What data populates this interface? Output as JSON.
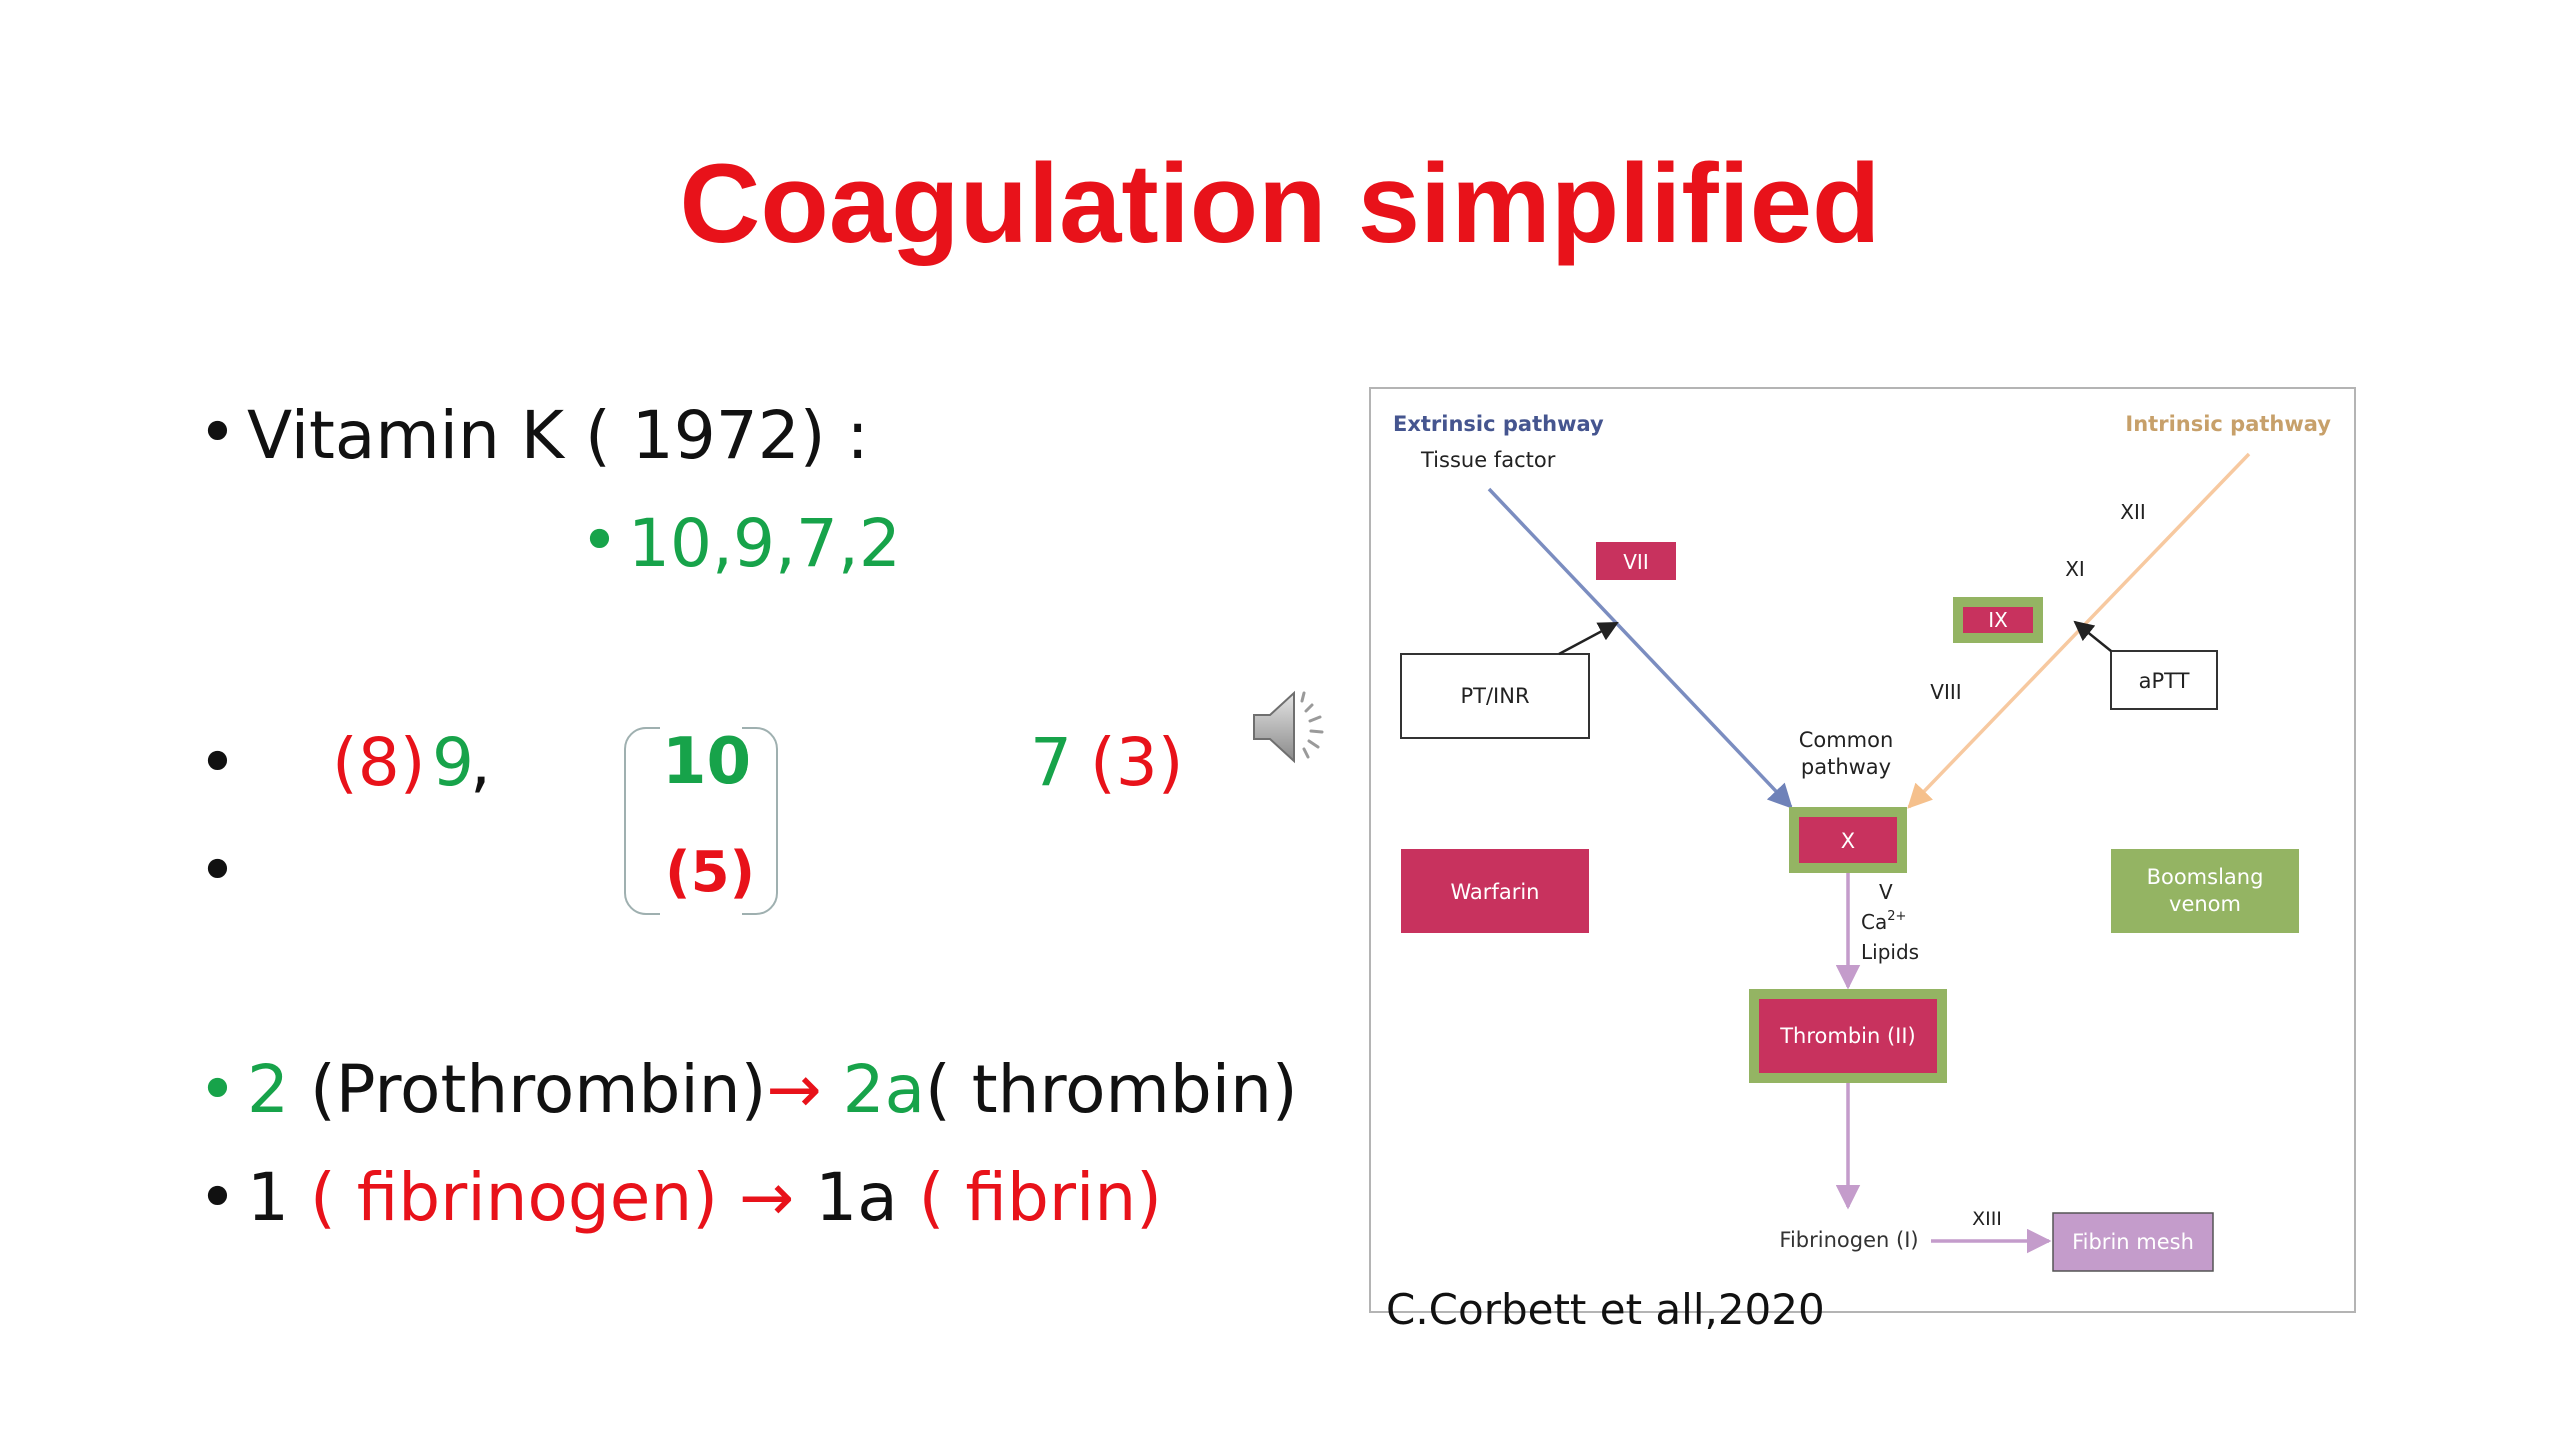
{
  "title": "Coagulation simplified",
  "bullets": {
    "b1_text": "Vitamin K ( 1972) :",
    "b2_text": "10,9,7,2",
    "b3_p1": "(8)",
    "b3_p2": "9",
    "b3_p3": ",",
    "b3_p4": "10",
    "b3_p5": "7",
    "b3_p6": "(3)",
    "b4_p1": "(5)",
    "b5_p1": "2",
    "b5_p2": "(Prothrombin)",
    "b5_arrow": "→",
    "b5_p3": "2a",
    "b5_p4": "( thrombin)",
    "b6_p1": "1",
    "b6_p2": "( fibrinogen)",
    "b6_arrow": "→",
    "b6_p3": "1a",
    "b6_p4": "( fibrin)"
  },
  "icons": {
    "speaker": "speaker-icon",
    "bullet": "•"
  },
  "colors": {
    "title": "#e8121a",
    "green": "#17a34a",
    "red": "#e8121a",
    "warfarin_red": "#c8325e",
    "boomslang_green": "#94b463",
    "fibrin_purple": "#c49ccb",
    "extrinsic_blue": "#7b8dc0",
    "intrinsic_orange": "#f7c9a0"
  },
  "diagram": {
    "extrinsic_label": "Extrinsic pathway",
    "intrinsic_label": "Intrinsic pathway",
    "tissue_factor": "Tissue factor",
    "vii": "VII",
    "xii": "XII",
    "xi": "XI",
    "ix": "IX",
    "viii": "VIII",
    "pt_inr": "PT/INR",
    "aptt": "aPTT",
    "common_pathway_1": "Common",
    "common_pathway_2": "pathway",
    "x": "X",
    "v": "V",
    "ca_base": "Ca",
    "ca_sup": "2+",
    "lipids": "Lipids",
    "warfarin": "Warfarin",
    "boomslang_1": "Boomslang",
    "boomslang_2": "venom",
    "thrombin": "Thrombin (II)",
    "fibrinogen": "Fibrinogen (I)",
    "xiii": "XIII",
    "fibrin_mesh": "Fibrin mesh"
  },
  "citation": "C.Corbett et all,2020"
}
